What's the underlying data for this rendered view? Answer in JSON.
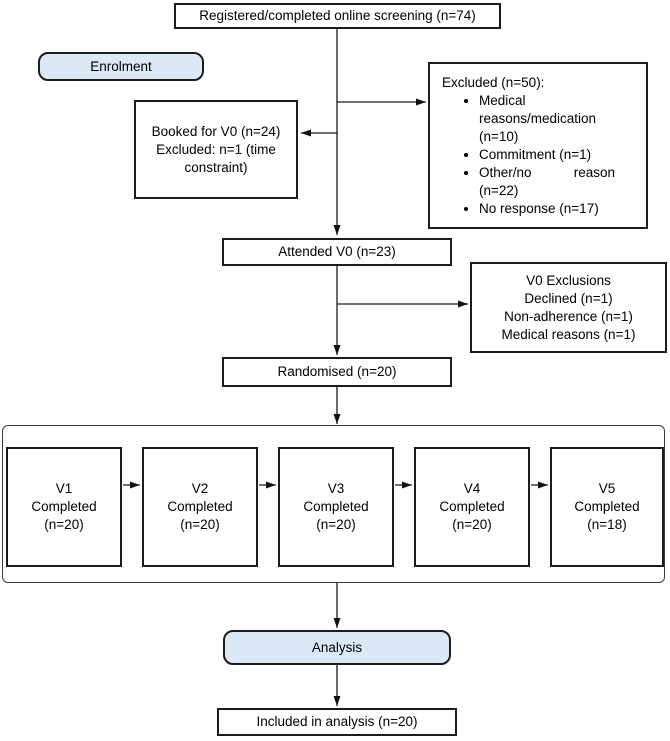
{
  "flow": {
    "registered": "Registered/completed online screening (n=74)",
    "enrolment_stage": "Enrolment",
    "excluded": {
      "title": "Excluded (n=50):",
      "items": [
        "Medical reasons/medication (n=10)",
        "Commitment (n=1)",
        "Other/no reason (n=22)",
        "No response (n=17)"
      ]
    },
    "booked": {
      "line1": "Booked for V0 (n=24)",
      "line2": "Excluded: n=1 (time constraint)"
    },
    "attended": "Attended V0 (n=23)",
    "v0_exclusions": {
      "lines": [
        "V0 Exclusions",
        "Declined (n=1)",
        "Non-adherence (n=1)",
        "Medical reasons (n=1)"
      ]
    },
    "randomised": "Randomised (n=20)",
    "visits": [
      {
        "id": "V1",
        "status": "Completed",
        "n": "(n=20)"
      },
      {
        "id": "V2",
        "status": "Completed",
        "n": "(n=20)"
      },
      {
        "id": "V3",
        "status": "Completed",
        "n": "(n=20)"
      },
      {
        "id": "V4",
        "status": "Completed",
        "n": "(n=20)"
      },
      {
        "id": "V5",
        "status": "Completed",
        "n": "(n=18)"
      }
    ],
    "analysis_stage": "Analysis",
    "included": "Included in analysis (n=20)"
  },
  "colors": {
    "stage_fill": "#dbe8f6",
    "border": "#1c1c1c",
    "line": "#1a1a1a",
    "background": "#ffffff"
  }
}
